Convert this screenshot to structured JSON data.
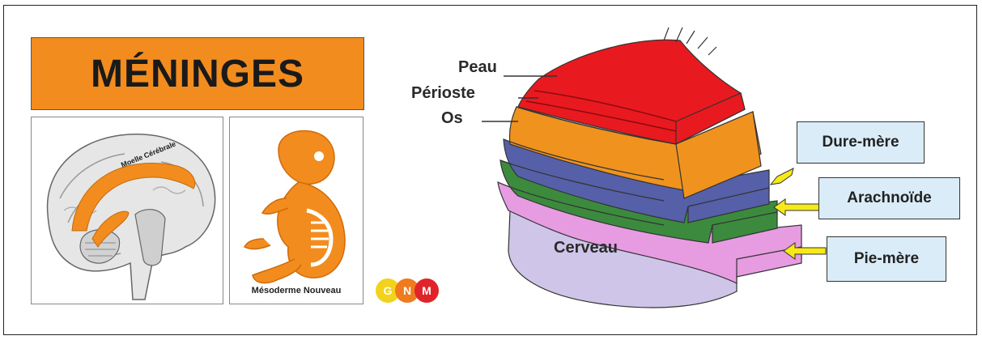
{
  "title": "MÉNINGES",
  "brain_panel": {
    "label": "Moelle Cérébrale"
  },
  "embryo_panel": {
    "caption": "Mésoderme Nouveau"
  },
  "logo": {
    "letters": [
      "G",
      "N",
      "M"
    ],
    "colors": [
      "#f2d21b",
      "#f07a1e",
      "#e0242a"
    ]
  },
  "layers": {
    "left_labels": [
      "Peau",
      "Périoste",
      "Os"
    ],
    "callouts": [
      "Dure-mère",
      "Arachnoïde",
      "Pie-mère"
    ],
    "center_label": "Cerveau",
    "colors": {
      "peau": "#e8191f",
      "os": "#f0931e",
      "dure_mere": "#5560a8",
      "arachnoide": "#3b8a3e",
      "pie_mere": "#e79be0",
      "cerveau": "#cfc5e8"
    }
  }
}
